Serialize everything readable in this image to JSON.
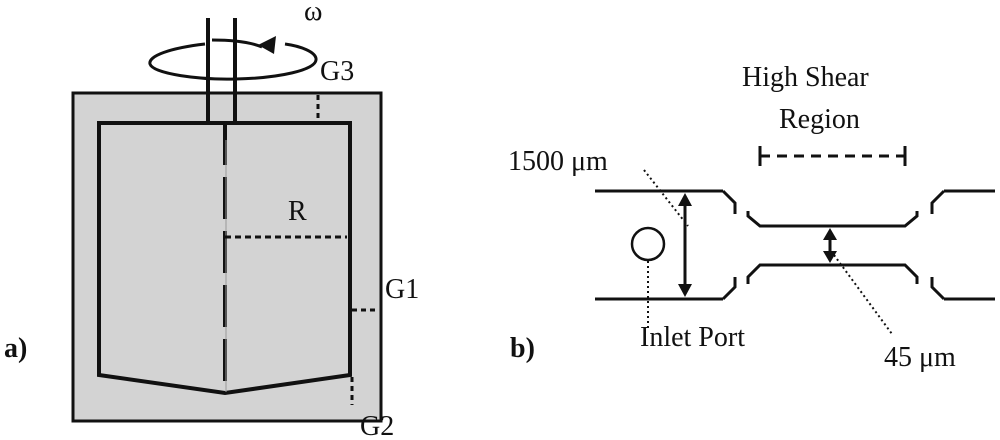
{
  "colors": {
    "housing_fill": "#d3d3d3",
    "line": "#111111",
    "background": "#ffffff"
  },
  "panel_a": {
    "label": "a)",
    "omega": "ω",
    "gap3": "G3",
    "radius": "R",
    "gap1": "G1",
    "gap2": "G2"
  },
  "panel_b": {
    "label": "b)",
    "high_shear_line1": "High Shear",
    "high_shear_line2": "Region",
    "channel_width": "1500 μm",
    "inlet": "Inlet Port",
    "gap_width": "45 μm"
  }
}
